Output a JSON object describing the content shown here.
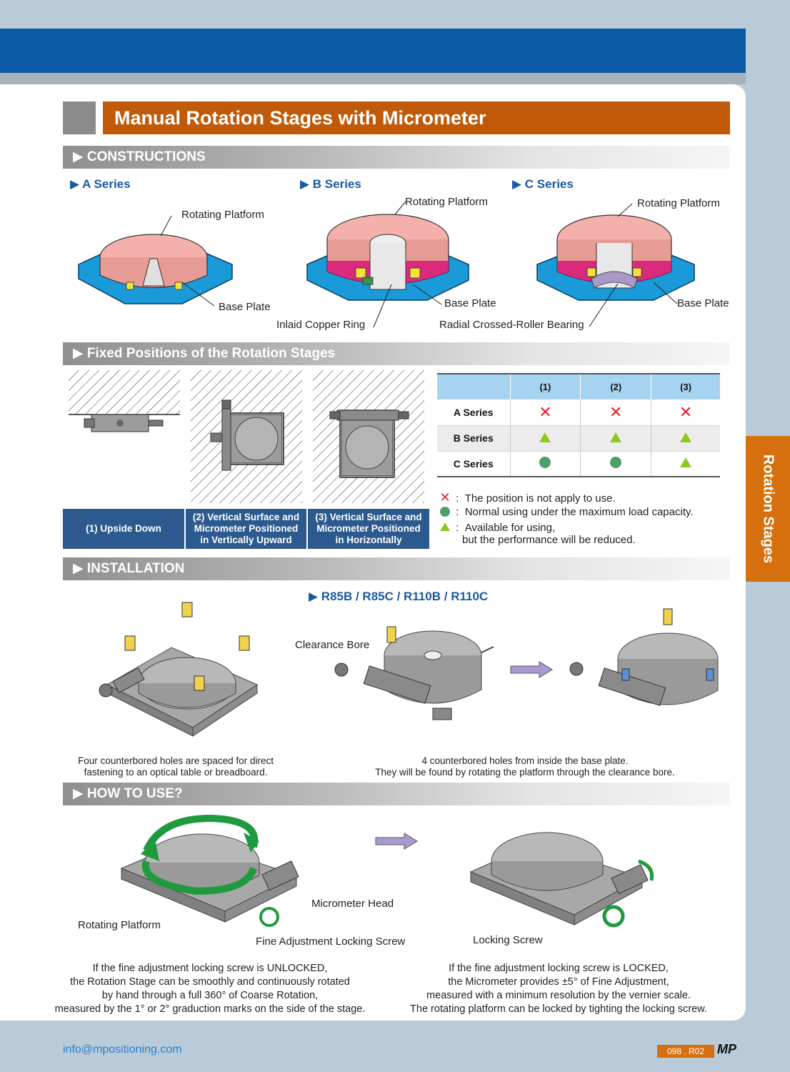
{
  "header": {
    "title": "Manual Rotation Stages with Micrometer"
  },
  "side_tab": {
    "label": "Rotation Stages"
  },
  "constructions": {
    "section_title": "▶ CONSTRUCTIONS",
    "series": [
      {
        "title": "▶ A Series",
        "labels": [
          "Rotating Platform",
          "Base Plate"
        ]
      },
      {
        "title": "▶ B Series",
        "labels": [
          "Rotating Platform",
          "Base Plate",
          "Inlaid Copper Ring"
        ]
      },
      {
        "title": "▶ C Series",
        "labels": [
          "Rotating Platform",
          "Base Plate",
          "Radial Crossed-Roller Bearing"
        ]
      }
    ]
  },
  "fixed_positions": {
    "section_title": "▶ Fixed Positions of the Rotation Stages",
    "captions": [
      "(1) Upside Down",
      "(2) Vertical Surface and Micrometer Positioned in Vertically Upward",
      "(3) Vertical Surface and Micrometer Positioned in Horizontally"
    ],
    "caption_lines": [
      [
        "(1) Upside Down"
      ],
      [
        "(2) Vertical Surface and",
        "Micrometer  Positioned",
        "in Vertically Upward"
      ],
      [
        "(3) Vertical Surface and",
        "Micrometer Positioned",
        "in Horizontally"
      ]
    ],
    "table": {
      "columns": [
        "(1)",
        "(2)",
        "(3)"
      ],
      "rows": [
        {
          "name": "A Series",
          "marks": [
            "x",
            "x",
            "x"
          ]
        },
        {
          "name": "B Series",
          "marks": [
            "triangle",
            "triangle",
            "triangle"
          ]
        },
        {
          "name": "C Series",
          "marks": [
            "circle",
            "circle",
            "triangle"
          ]
        }
      ]
    },
    "legend": [
      {
        "symbol": "x",
        "text": "The position is not apply to use."
      },
      {
        "symbol": "circle",
        "text": "Normal using under the maximum load capacity."
      },
      {
        "symbol": "triangle",
        "text": "Available for using,",
        "text2": "but the performance will be reduced."
      }
    ],
    "colors": {
      "x": "#e3202a",
      "circle": "#4f9f6a",
      "triangle": "#8dc81e"
    }
  },
  "installation": {
    "section_title": "▶ INSTALLATION",
    "models_title": "▶ R85B / R85C / R110B / R110C",
    "clearance_label": "Clearance Bore",
    "caption_left": [
      "Four counterbored holes are spaced for direct",
      "fastening to an optical table or breadboard."
    ],
    "caption_right": [
      "4 counterbored holes from inside the base plate.",
      "They will be found by rotating the platform through the clearance bore."
    ]
  },
  "how_to_use": {
    "section_title": "▶ HOW TO USE?",
    "labels_left": [
      "Micrometer Head",
      "Rotating Platform",
      "Fine Adjustment Locking Screw"
    ],
    "label_right": "Locking Screw",
    "para_left": [
      "If the fine adjustment locking screw is UNLOCKED,",
      "the Rotation Stage can be smoothly and continuously rotated",
      "by hand through a full 360° of Coarse Rotation,",
      "measured by the 1° or 2° graduction marks on the side of the stage."
    ],
    "para_right": [
      "If the fine adjustment locking screw is LOCKED,",
      "the Micrometer provides ±5° of Fine Adjustment,",
      "measured with a minimum resolution by the vernier scale.",
      "The rotating platform can be locked by tighting the locking screw."
    ]
  },
  "footer": {
    "email": "info@mpositioning.com",
    "page": "098 . R02",
    "logo": "MP"
  }
}
